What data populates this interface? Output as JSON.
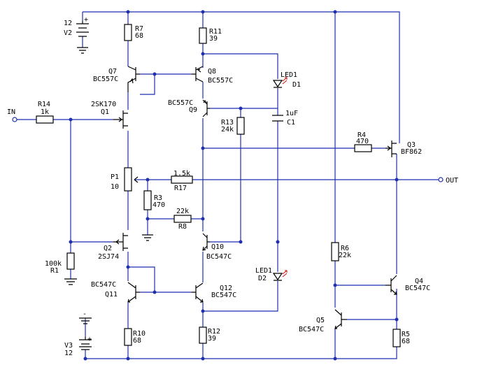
{
  "colors": {
    "wire": "#1f2fb0",
    "component": "#000000",
    "led_arrow": "#d01010",
    "background": "#ffffff"
  },
  "terminals": {
    "input": "IN",
    "output": "OUT"
  },
  "sources": {
    "v2": {
      "name": "V2",
      "value": "12",
      "plus": "+"
    },
    "v3": {
      "name": "V3",
      "value": "12",
      "plus": "+",
      "minus": "-"
    }
  },
  "resistors": {
    "r1": {
      "name": "R1",
      "value": "100k"
    },
    "r3": {
      "name": "R3",
      "value": "470"
    },
    "r4": {
      "name": "R4",
      "value": "470"
    },
    "r5": {
      "name": "R5",
      "value": "68"
    },
    "r6": {
      "name": "R6",
      "value": "22k"
    },
    "r7": {
      "name": "R7",
      "value": "68"
    },
    "r8": {
      "name": "R8",
      "value": "22k"
    },
    "r10": {
      "name": "R10",
      "value": "68"
    },
    "r11": {
      "name": "R11",
      "value": "39"
    },
    "r12": {
      "name": "R12",
      "value": "39"
    },
    "r13": {
      "name": "R13",
      "value": "24k"
    },
    "r14": {
      "name": "R14",
      "value": "1k"
    },
    "r17": {
      "name": "R17",
      "value": "1.5k"
    }
  },
  "potentiometer": {
    "name": "P1",
    "value": "10"
  },
  "capacitor": {
    "name": "C1",
    "value": "1uF"
  },
  "leds": {
    "d1": {
      "type": "LED1",
      "name": "D1"
    },
    "d2": {
      "type": "LED1",
      "name": "D2"
    }
  },
  "transistors": {
    "q1": {
      "name": "Q1",
      "part": "2SK170"
    },
    "q2": {
      "name": "Q2",
      "part": "2SJ74"
    },
    "q3": {
      "name": "Q3",
      "part": "BF862"
    },
    "q4": {
      "name": "Q4",
      "part": "BC547C"
    },
    "q5": {
      "name": "Q5",
      "part": "BC547C"
    },
    "q7": {
      "name": "Q7",
      "part": "BC557C"
    },
    "q8": {
      "name": "Q8",
      "part": "BC557C"
    },
    "q9": {
      "name": "Q9",
      "part": "BC557C"
    },
    "q10": {
      "name": "Q10",
      "part": "BC547C"
    },
    "q11": {
      "name": "Q11",
      "part": "BC547C"
    },
    "q12": {
      "name": "Q12",
      "part": "BC547C"
    }
  }
}
